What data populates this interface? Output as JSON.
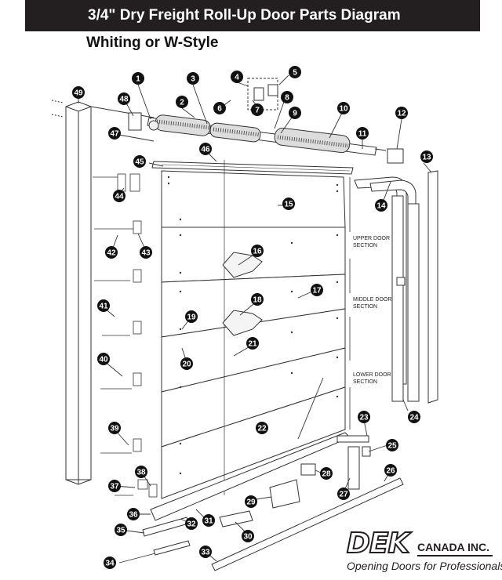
{
  "header": {
    "title": "3/4\" Dry Freight Roll-Up Door Parts Diagram",
    "subtitle": "Whiting or W-Style"
  },
  "section_labels": [
    {
      "id": "upper",
      "line1": "UPPER DOOR",
      "line2": "SECTION"
    },
    {
      "id": "middle",
      "line1": "MIDDLE DOOR",
      "line2": "SECTION"
    },
    {
      "id": "lower",
      "line1": "LOWER DOOR",
      "line2": "SECTION"
    }
  ],
  "callouts": [
    "1",
    "2",
    "3",
    "4",
    "5",
    "6",
    "7",
    "8",
    "9",
    "10",
    "11",
    "12",
    "13",
    "14",
    "15",
    "16",
    "17",
    "18",
    "19",
    "20",
    "21",
    "22",
    "23",
    "24",
    "25",
    "26",
    "27",
    "28",
    "29",
    "30",
    "31",
    "32",
    "33",
    "34",
    "35",
    "36",
    "37",
    "38",
    "39",
    "40",
    "41",
    "42",
    "43",
    "44",
    "45",
    "46",
    "47",
    "48",
    "49"
  ],
  "logo": {
    "mark": "DEK",
    "company": "CANADA INC.",
    "tagline": "Opening Doors for Professionals"
  },
  "colors": {
    "header_bg": "#231f20",
    "header_text": "#ffffff",
    "callout_fill": "#111111",
    "line": "#333333"
  }
}
